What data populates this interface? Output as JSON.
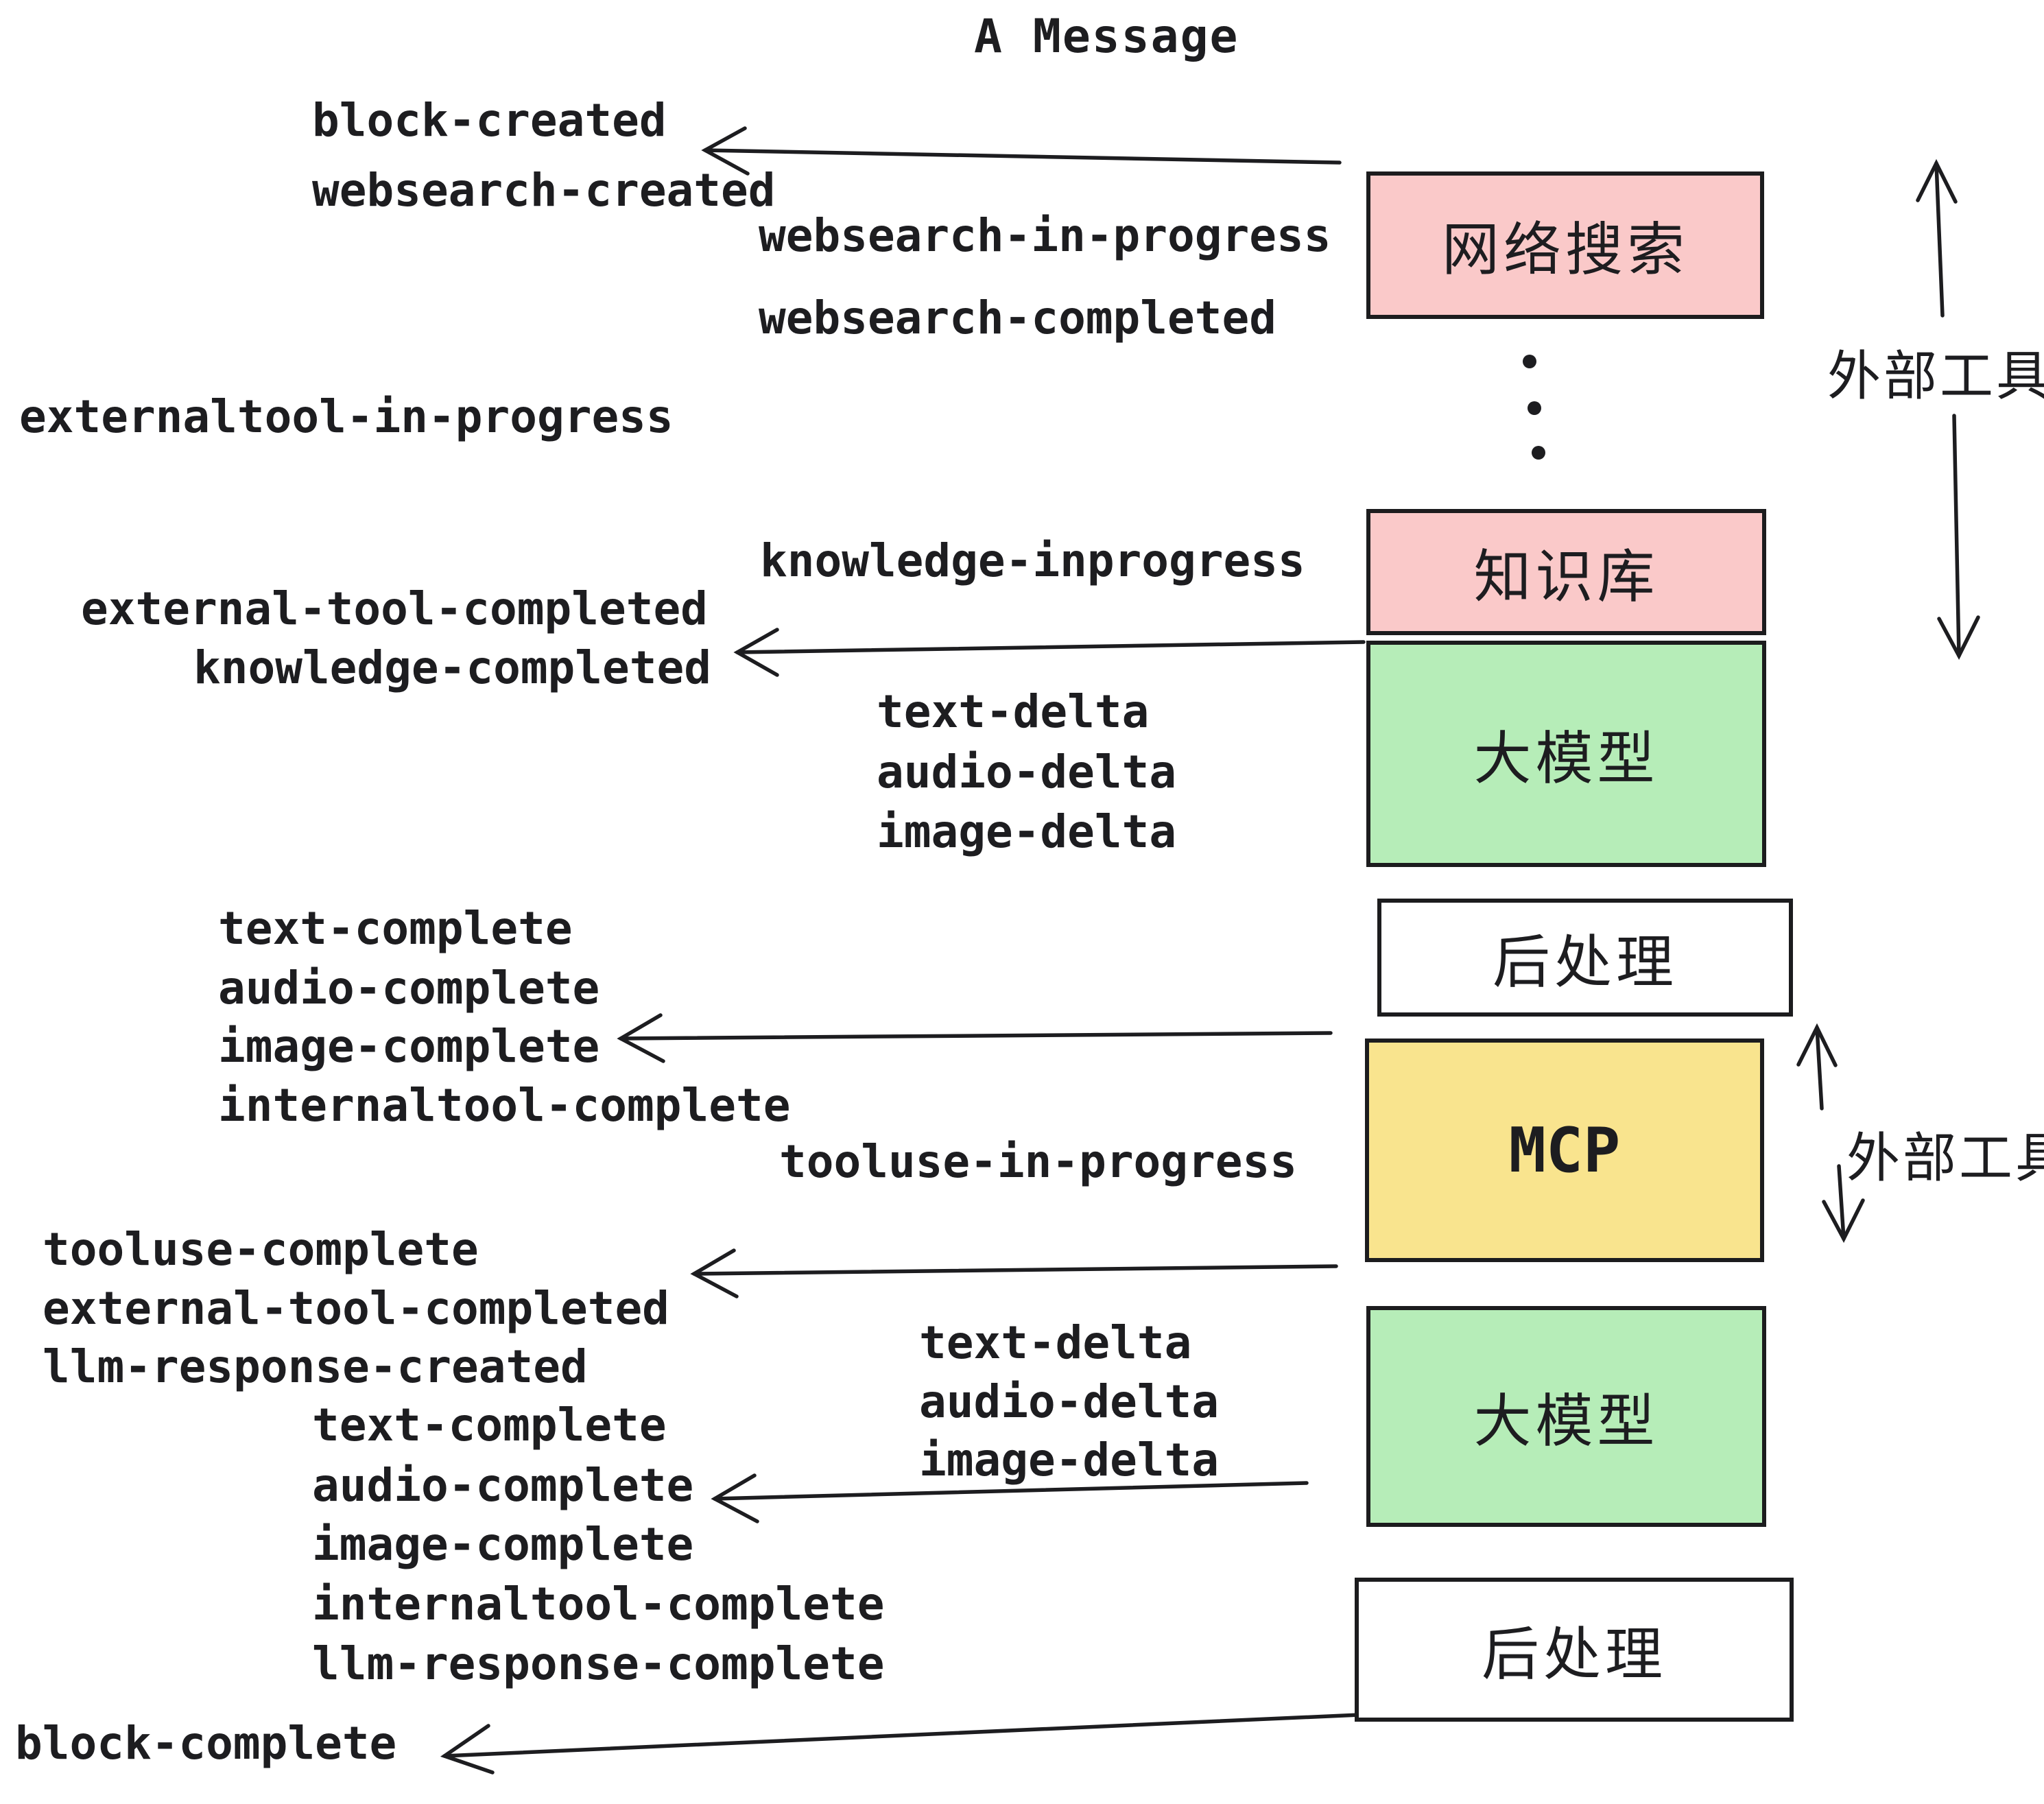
{
  "title": "A Message",
  "events": {
    "block_created": "block-created",
    "websearch_created": "websearch-created",
    "websearch_in_progress": "websearch-in-progress",
    "websearch_completed": "websearch-completed",
    "externaltool_in_progress": "externaltool-in-progress",
    "knowledge_inprogress": "knowledge-inprogress",
    "external_tool_completed_1": "external-tool-completed",
    "knowledge_completed": "knowledge-completed",
    "text_delta_1": "text-delta",
    "audio_delta_1": "audio-delta",
    "image_delta_1": "image-delta",
    "text_complete_1": "text-complete",
    "audio_complete_1": "audio-complete",
    "image_complete_1": "image-complete",
    "internaltool_complete_1": "internaltool-complete",
    "tooluse_in_progress": "tooluse-in-progress",
    "tooluse_complete": "tooluse-complete",
    "external_tool_completed_2": "external-tool-completed",
    "llm_response_created": "llm-response-created",
    "text_delta_2": "text-delta",
    "audio_delta_2": "audio-delta",
    "image_delta_2": "image-delta",
    "text_complete_2": "text-complete",
    "audio_complete_2": "audio-complete",
    "image_complete_2": "image-complete",
    "internaltool_complete_2": "internaltool-complete",
    "llm_response_complete": "llm-response-complete",
    "block_complete": "block-complete"
  },
  "boxes": {
    "websearch": {
      "label": "网络搜索",
      "color": "#fac9c9"
    },
    "knowledge": {
      "label": "知识库",
      "color": "#fac9c9"
    },
    "llm_1": {
      "label": "大模型",
      "color": "#b6edb8"
    },
    "post_1": {
      "label": "后处理",
      "color": "#ffffff"
    },
    "mcp": {
      "label": "MCP",
      "color": "#f9e48e"
    },
    "llm_2": {
      "label": "大模型",
      "color": "#b6edb8"
    },
    "post_2": {
      "label": "后处理",
      "color": "#ffffff"
    }
  },
  "side_labels": {
    "external_tools_1": "外部工具",
    "external_tools_2": "外部工具"
  },
  "colors": {
    "pink": "#fac9c9",
    "green": "#b6edb8",
    "yellow": "#f9e48e",
    "white": "#ffffff",
    "line": "#1d1d20",
    "background": "#ffffff"
  }
}
